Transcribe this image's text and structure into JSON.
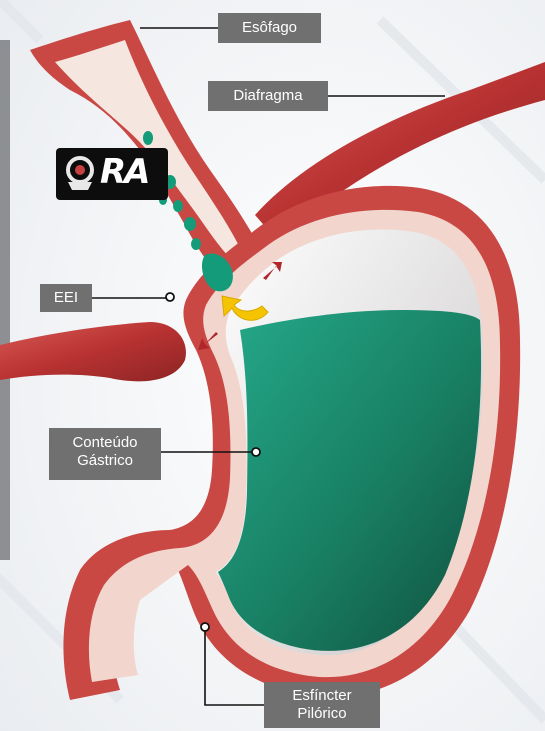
{
  "labels": {
    "esofago": "Esôfago",
    "diafragma": "Diafragma",
    "eei": "EEI",
    "conteudo_line1": "Conteúdo",
    "conteudo_line2": "Gástrico",
    "piloro_line1": "Esfíncter",
    "piloro_line2": "Pilórico"
  },
  "logo": {
    "text": "RA"
  },
  "colors": {
    "label_bg": "#707070",
    "muscle_red": "#c8403f",
    "gastric_green": "#0f8a6a",
    "mucosa_pink": "#f3d9d2",
    "reflux_arrow": "#f5c400",
    "small_arrow": "#b0262a"
  }
}
